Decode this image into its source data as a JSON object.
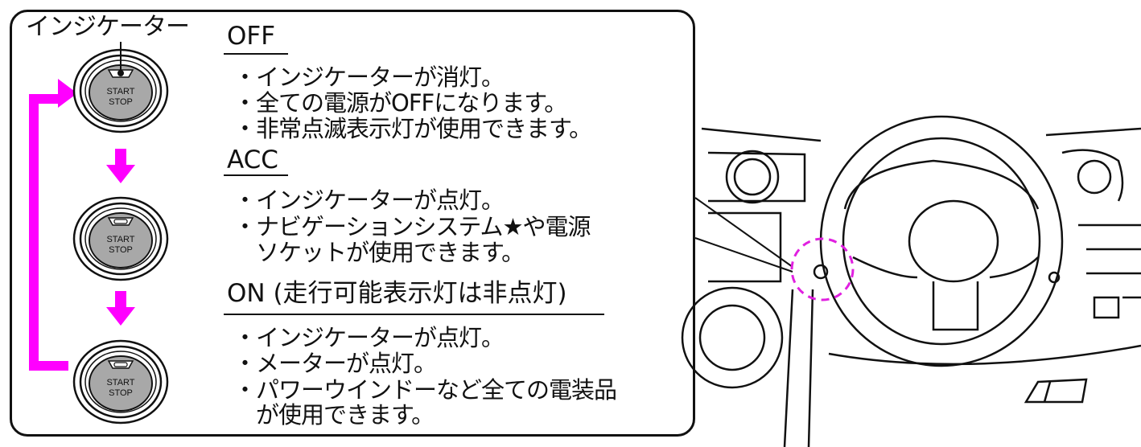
{
  "indicator_label": "インジケーター",
  "button_text": {
    "line1": "START",
    "line2": "STOP"
  },
  "modes": [
    {
      "title": "OFF",
      "items": [
        "・インジケーターが消灯。",
        "・全ての電源がOFFになります。",
        "・非常点滅表示灯が使用できます。"
      ]
    },
    {
      "title": "ACC",
      "items": [
        "・インジケーターが点灯。",
        "・ナビゲーションシステム★や電源",
        "　ソケットが使用できます。"
      ]
    },
    {
      "title": "ON (走行可能表示灯は非点灯)",
      "items": [
        "・インジケーターが点灯。",
        "・メーターが点灯。",
        "・パワーウインドーなど全ての電装品",
        "　が使用できます。"
      ]
    }
  ],
  "colors": {
    "arrow": "#ff00ff",
    "button_fill": "#a8a8a8",
    "highlight_circle": "#e020e0"
  }
}
